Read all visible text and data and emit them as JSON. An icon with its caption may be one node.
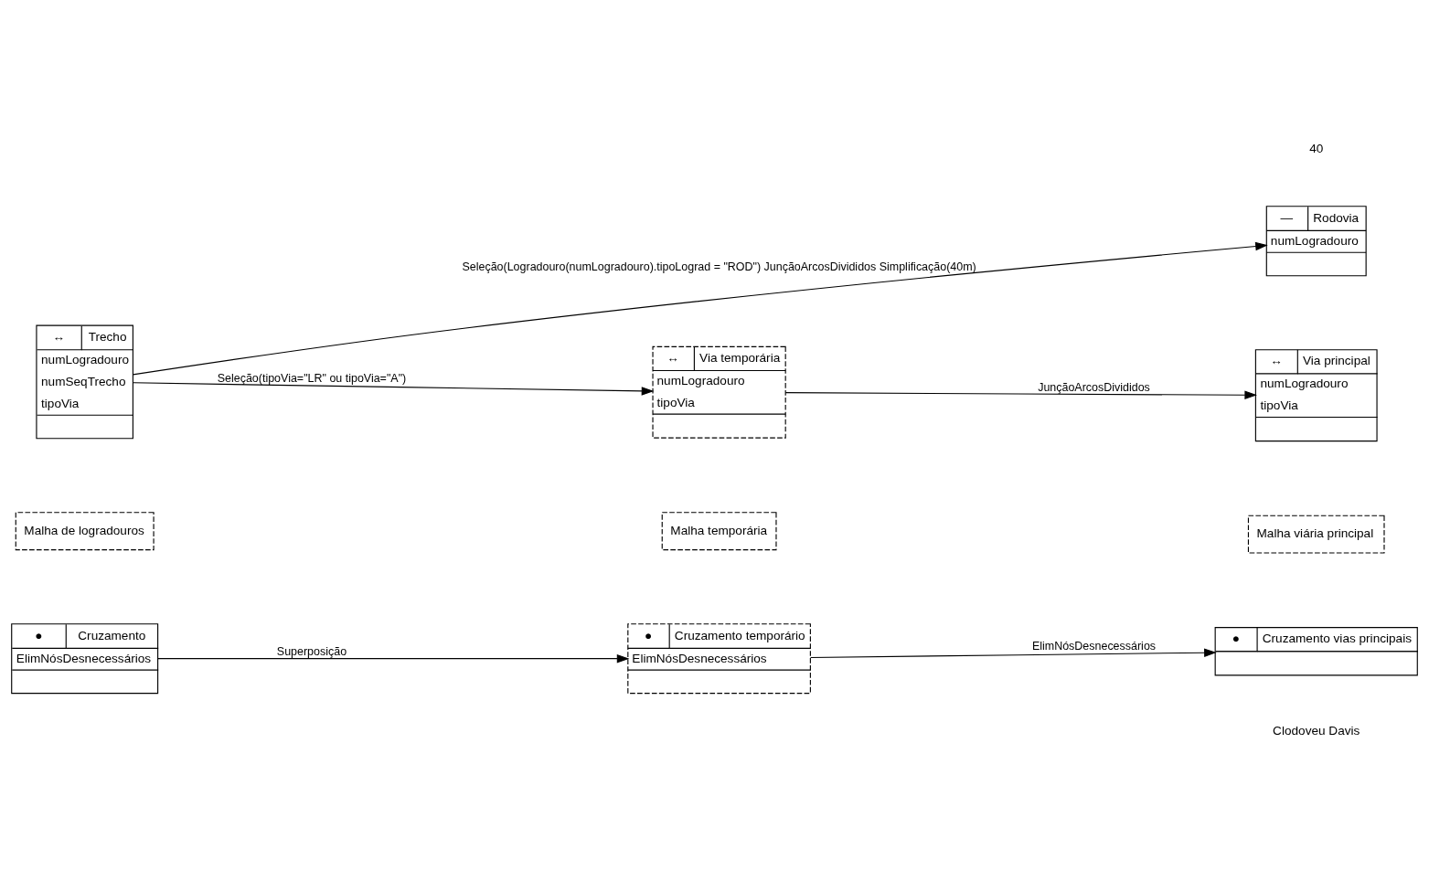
{
  "diagram": {
    "nodes": [
      {
        "text": [
          "—",
          "Rodovia",
          "numLogradouro"
        ]
      },
      {
        "text": [
          "↔",
          "Trecho",
          "numLogradouro",
          "numSeqTrecho",
          "tipoVia"
        ]
      },
      {
        "text": [
          "↔",
          "Via temporária",
          "numLogradouro",
          "tipoVia"
        ]
      },
      {
        "text": [
          "↔",
          "Via principal",
          "numLogradouro",
          "tipoVia"
        ]
      },
      {
        "text": [
          "Malha de logradouros"
        ]
      },
      {
        "text": [
          "Malha temporária"
        ]
      },
      {
        "text": [
          "Malha viária principal"
        ]
      },
      {
        "text": [
          "●",
          "Cruzamento",
          "ElimNósDesnecessários"
        ]
      },
      {
        "text": [
          "●",
          "Cruzamento temporário",
          "ElimNósDesnecessários"
        ]
      },
      {
        "text": [
          "●",
          "Cruzamento vias principais"
        ]
      }
    ],
    "edges": [
      {
        "from": 1,
        "to": 0,
        "arrow": "to",
        "label": "Seleção(Logradouro(numLogradouro).tipoLograd = \"ROD\") JunçãoArcosDivididos Simplificação(40m)"
      },
      {
        "from": 1,
        "to": 2,
        "arrow": "to",
        "label": "Seleção(tipoVia=\"LR\" ou tipoVia=\"A\")"
      },
      {
        "from": 2,
        "to": 3,
        "arrow": "to",
        "label": "JunçãoArcosDivididos"
      },
      {
        "from": 7,
        "to": 8,
        "arrow": "to",
        "label": "Superposição"
      },
      {
        "from": 8,
        "to": 9,
        "arrow": "to",
        "label": "ElimNósDesnecessários"
      }
    ],
    "labels": [
      "Clodoveu Davis",
      "40"
    ]
  }
}
